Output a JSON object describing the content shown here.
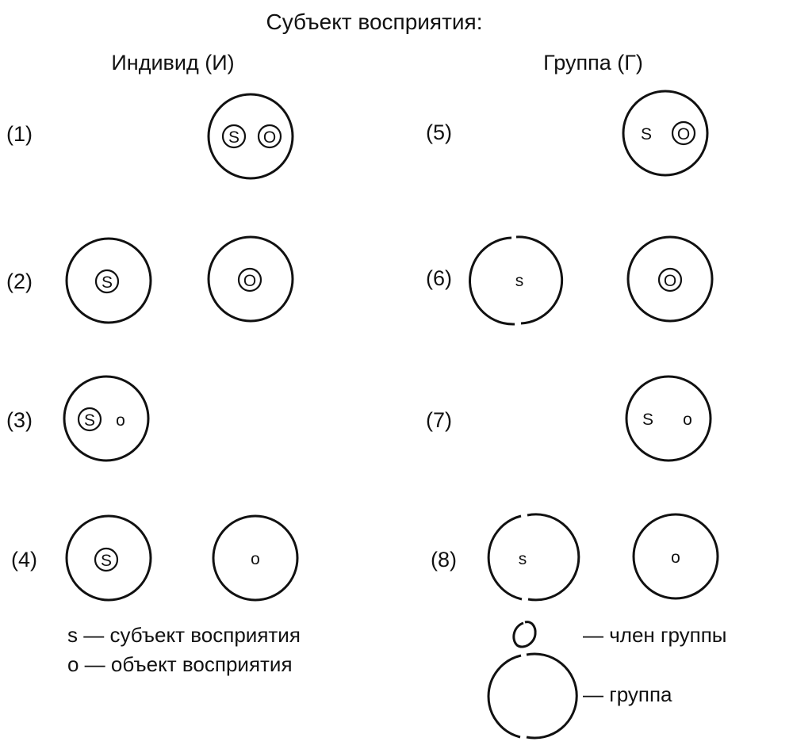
{
  "title": "Субъект восприятия:",
  "columns": {
    "individual": "Индивид (И)",
    "group": "Группа (Г)"
  },
  "rows": [
    {
      "label": "(1)",
      "circles": [
        {
          "items": [
            {
              "letter": "S",
              "ringed": true
            },
            {
              "letter": "O",
              "ringed": true
            }
          ]
        }
      ]
    },
    {
      "label": "(2)",
      "circles": [
        {
          "items": [
            {
              "letter": "S",
              "ringed": true
            }
          ]
        },
        {
          "items": [
            {
              "letter": "O",
              "ringed": true
            }
          ]
        }
      ]
    },
    {
      "label": "(3)",
      "circles": [
        {
          "items": [
            {
              "letter": "S",
              "ringed": true
            },
            {
              "letter": "o",
              "ringed": false
            }
          ]
        }
      ]
    },
    {
      "label": "(4)",
      "circles": [
        {
          "items": [
            {
              "letter": "S",
              "ringed": true
            }
          ]
        },
        {
          "items": [
            {
              "letter": "o",
              "ringed": false
            }
          ]
        }
      ]
    },
    {
      "label": "(5)",
      "circles": [
        {
          "items": [
            {
              "letter": "S",
              "ringed": false
            },
            {
              "letter": "O",
              "ringed": true
            }
          ]
        }
      ]
    },
    {
      "label": "(6)",
      "circles": [
        {
          "group_boundary": true,
          "items": [
            {
              "letter": "s",
              "ringed": false
            }
          ]
        },
        {
          "items": [
            {
              "letter": "O",
              "ringed": true
            }
          ]
        }
      ]
    },
    {
      "label": "(7)",
      "circles": [
        {
          "items": [
            {
              "letter": "S",
              "ringed": false
            },
            {
              "letter": "o",
              "ringed": false
            }
          ]
        }
      ]
    },
    {
      "label": "(8)",
      "circles": [
        {
          "group_boundary": true,
          "items": [
            {
              "letter": "s",
              "ringed": false
            }
          ]
        },
        {
          "items": [
            {
              "letter": "o",
              "ringed": false
            }
          ]
        }
      ]
    }
  ],
  "legend": {
    "subject": "s — субъект восприятия",
    "object": "o — объект восприятия",
    "member": "— член группы",
    "group": "— группа"
  }
}
